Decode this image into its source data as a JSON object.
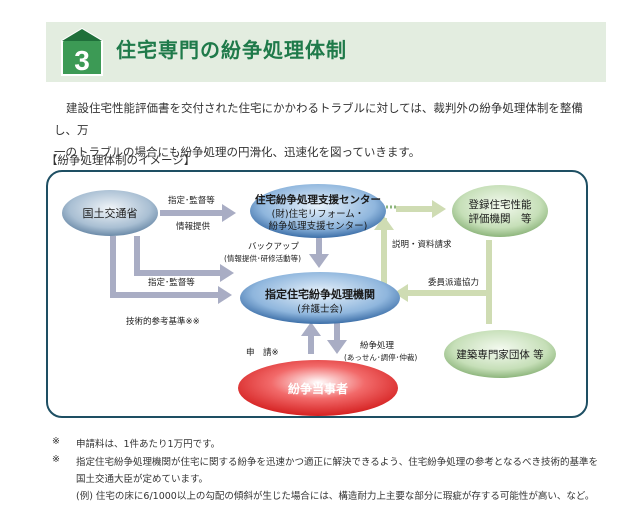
{
  "header": {
    "number": "3",
    "title": "住宅専門の紛争処理体制"
  },
  "intro": {
    "line1": "建設住宅性能評価書を交付された住宅にかかわるトラブルに対しては、裁判外の紛争処理体制を整備し、万",
    "line2": "一のトラブルの場合にも紛争処理の円滑化、迅速化を図っていきます。"
  },
  "section_label": "【紛争処理体制のイメージ】",
  "diagram": {
    "mlit": "国土交通省",
    "support_center": [
      "住宅紛争処理支援センター",
      "(財)住宅リフォーム・",
      "紛争処理支援センター)"
    ],
    "registered_body": [
      "登録住宅性能",
      "評価機関　等"
    ],
    "designated_body": [
      "指定住宅紛争処理機関",
      "(弁護士会)"
    ],
    "experts": "建築専門家団体  等",
    "parties": "紛争当事者",
    "labels": {
      "designate_supervise_1": "指定･監督等",
      "info_provide": "情報提供",
      "backup": "バックアップ",
      "backup_detail": "(情報提供･研修活動等)",
      "explain_request": "説明・資料請求",
      "designate_supervise_2": "指定･監督等",
      "tech_standard": "技術的参考基準※※",
      "dispatch": "委員派遣協力",
      "apply": "申　請※",
      "processing": "紛争処理",
      "processing_detail": "(あっせん･調停･仲裁)"
    }
  },
  "notes": {
    "mark1": "※",
    "note1": "申請料は、1件あたり1万円です。",
    "mark2": "※",
    "note2_line1": "指定住宅紛争処理機関が住宅に関する紛争を迅速かつ適正に解決できるよう、住宅紛争処理の参考となるべき技術的基準を",
    "note2_line2": "国土交通大臣が定めています。",
    "note2_line3": "(例) 住宅の床に6/1000以上の勾配の傾斜が生じた場合には、構造耐力上主要な部分に瑕疵が存する可能性が高い、など。"
  },
  "colors": {
    "header_bg": "#e3ede0",
    "title_green": "#1f7a4a",
    "frame": "#1e4f63",
    "arrow_gray": "#a9adc4",
    "arrow_green": "#cfdcb3",
    "parties_red": "#e02020"
  }
}
